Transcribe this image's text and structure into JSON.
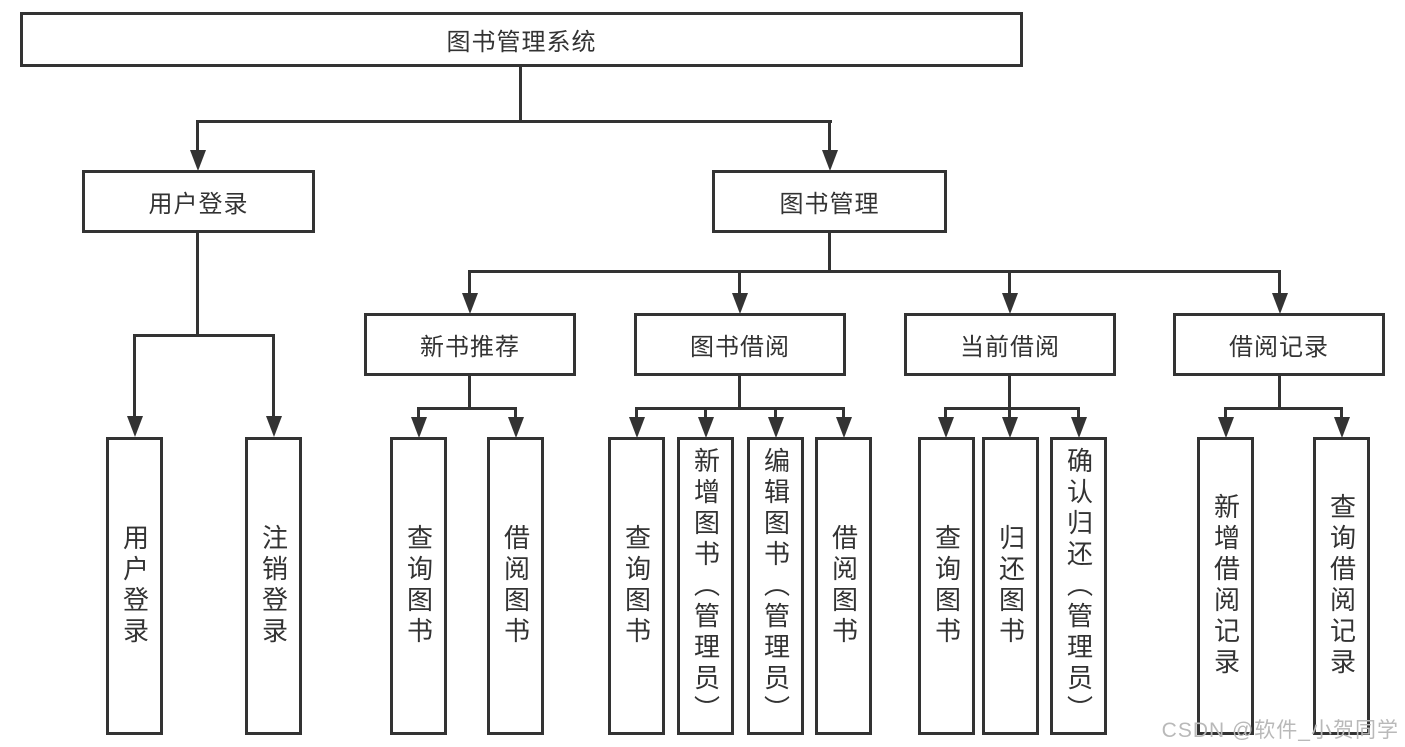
{
  "title": "图书管理系统",
  "level2": [
    {
      "label": "用户登录"
    },
    {
      "label": "图书管理"
    }
  ],
  "level3": [
    {
      "label": "新书推荐"
    },
    {
      "label": "图书借阅"
    },
    {
      "label": "当前借阅"
    },
    {
      "label": "借阅记录"
    }
  ],
  "level4": {
    "user_login": [
      "用户登录",
      "注销登录"
    ],
    "new_book_recommend": [
      "查询图书",
      "借阅图书"
    ],
    "book_borrow": [
      "查询图书",
      "新增图书（管理员）",
      "编辑图书（管理员）",
      "借阅图书"
    ],
    "current_borrow": [
      "查询图书",
      "归还图书",
      "确认归还（管理员）"
    ],
    "borrow_records": [
      "新增借阅记录",
      "查询借阅记录"
    ]
  },
  "watermark": "CSDN @软件_小贺同学",
  "colors": {
    "line": "#333333",
    "text": "#333333",
    "watermark": "#b9b9b9",
    "background": "#ffffff"
  }
}
